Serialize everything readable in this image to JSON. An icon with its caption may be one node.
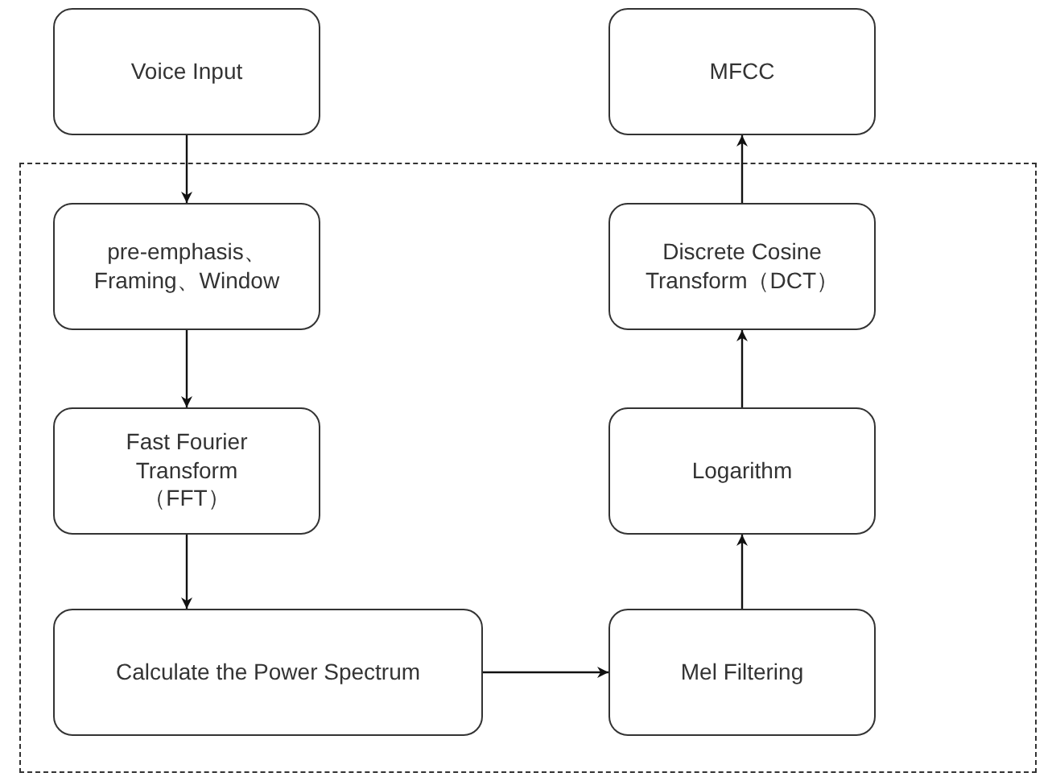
{
  "diagram": {
    "nodes": [
      {
        "text": [
          "Voice Input"
        ]
      },
      {
        "text": [
          "MFCC"
        ]
      },
      {
        "text": [],
        "shape": "box"
      },
      {
        "text": [
          "pre-emphasis、Framing、Window"
        ],
        "in": 2
      },
      {
        "text": [
          "Discrete Cosine Transform（DCT）"
        ],
        "in": 2
      },
      {
        "text": [
          "Fast Fourier Transform（FFT）"
        ],
        "in": 2
      },
      {
        "text": [
          "Logarithm"
        ],
        "in": 2
      },
      {
        "text": [
          "Calculate the Power Spectrum"
        ],
        "in": 2
      },
      {
        "text": [
          "Mel Filtering"
        ],
        "in": 2
      }
    ],
    "edges": [
      {
        "from": 0,
        "to": 3,
        "arrow": "to"
      },
      {
        "from": 3,
        "to": 5,
        "arrow": "to"
      },
      {
        "from": 5,
        "to": 7,
        "arrow": "to"
      },
      {
        "from": 7,
        "to": 8,
        "arrow": "to"
      },
      {
        "from": 8,
        "to": 6,
        "arrow": "to"
      },
      {
        "from": 6,
        "to": 4,
        "arrow": "to"
      },
      {
        "from": 4,
        "to": 1,
        "arrow": "to"
      }
    ]
  }
}
